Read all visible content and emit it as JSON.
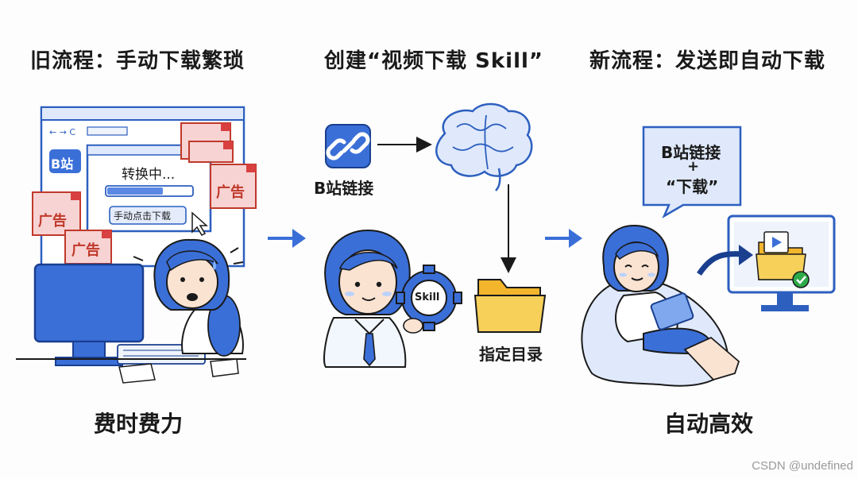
{
  "panels": {
    "old": {
      "heading": "旧流程：手动下载繁琐",
      "caption": "费时费力",
      "site_tag": "B站",
      "dialog_text": "转换中...",
      "dialog_button": "手动点击下载",
      "ad_label": "广告"
    },
    "create": {
      "heading": "创建“视频下载 Skill”",
      "link_label": "B站链接",
      "gear_label": "Skill",
      "folder_label": "指定目录"
    },
    "new": {
      "heading": "新流程：发送即自动下载",
      "caption": "自动高效",
      "bubble_line1": "B站链接",
      "bubble_line2": "+",
      "bubble_line3": "“下载”"
    }
  },
  "watermark": "CSDN @undefined",
  "colors": {
    "accent_blue": "#3b6fd8",
    "ad_red": "#f3c6c6",
    "folder_yellow": "#f5c842",
    "check_green": "#2eaa4a"
  }
}
